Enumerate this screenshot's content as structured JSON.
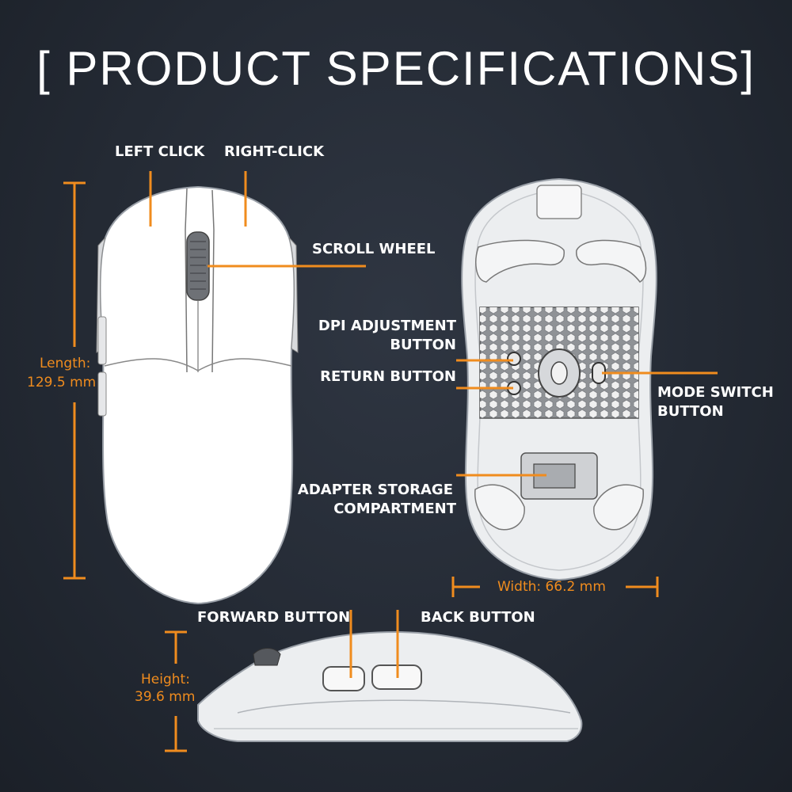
{
  "title": "[ PRODUCT SPECIFICATIONS]",
  "colors": {
    "accent": "#f08c1e",
    "background": "#242a34",
    "text": "#ffffff"
  },
  "top_view": {
    "left_click": "LEFT CLICK",
    "right_click": "RIGHT-CLICK",
    "scroll_wheel": "SCROLL WHEEL",
    "length_label": "Length:",
    "length_value": "129.5 mm"
  },
  "bottom_view": {
    "dpi_line1": "DPI ADJUSTMENT",
    "dpi_line2": "BUTTON",
    "return_button": "RETURN BUTTON",
    "mode_line1": "MODE SWITCH",
    "mode_line2": "BUTTON",
    "adapter_line1": "ADAPTER STORAGE",
    "adapter_line2": "COMPARTMENT",
    "width_label": "Width: 66.2 mm"
  },
  "side_view": {
    "forward_button": "FORWARD BUTTON",
    "back_button": "BACK BUTTON",
    "height_label": "Height:",
    "height_value": "39.6 mm"
  }
}
